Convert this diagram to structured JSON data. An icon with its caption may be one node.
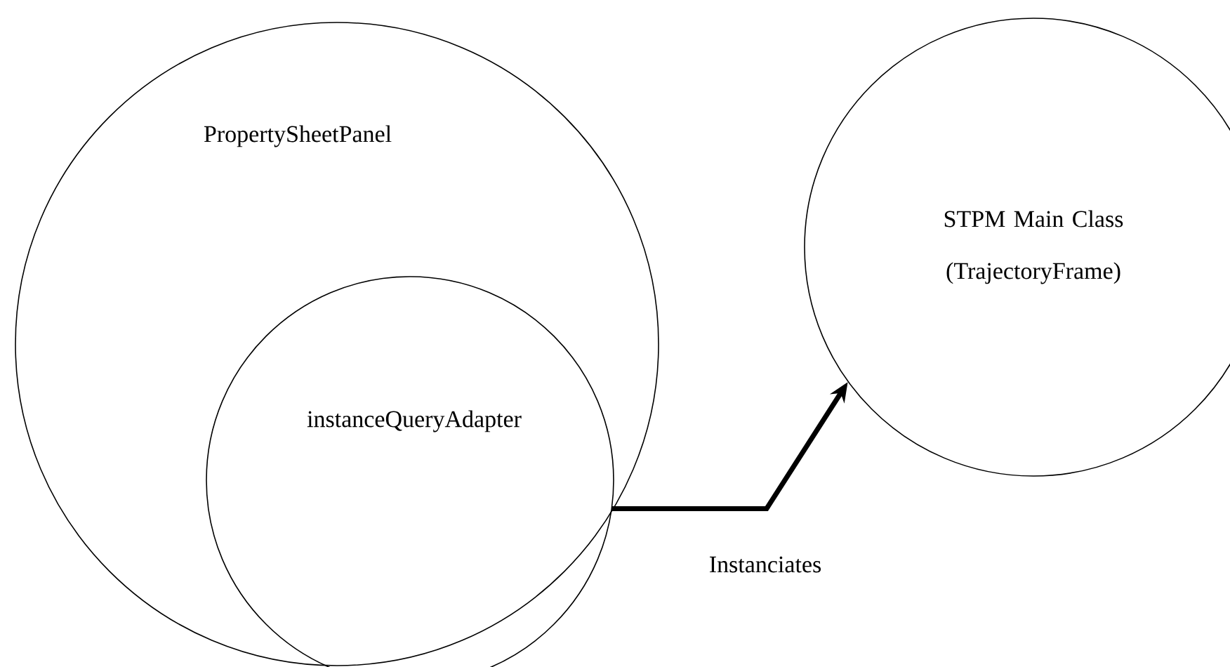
{
  "diagram": {
    "nodes": [
      {
        "text": [
          "PropertySheetPanel"
        ]
      },
      {
        "text": [
          "instanceQueryAdapter"
        ],
        "in": 0
      },
      {
        "text": [
          "STPM Main Class (TrajectoryFrame)"
        ]
      }
    ],
    "edges": [
      {
        "from": 1,
        "to": 2,
        "arrow": "to",
        "label": "Instanciates"
      }
    ]
  }
}
